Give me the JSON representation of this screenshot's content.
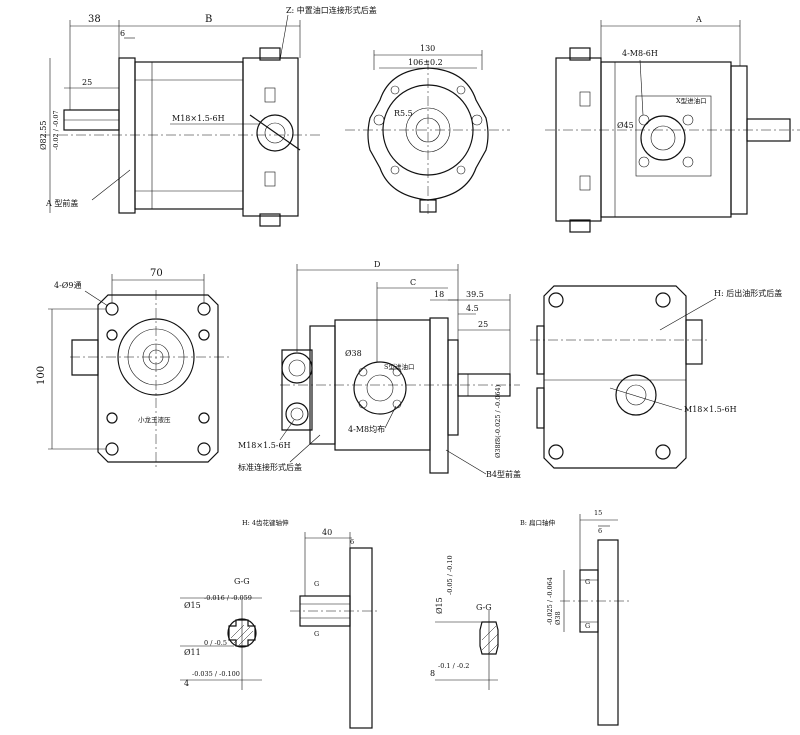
{
  "top": {
    "dim_38": "38",
    "dim_b": "B",
    "dim_6": "6",
    "dim_25": "25",
    "dim_shaft_dia": "Ø82.55",
    "dim_shaft_tol": "-0.02 / -0.07",
    "port_thread": "M18×1.5-6H",
    "note_z": "Z: 中置油口连接形式后盖",
    "note_a_cover": "A 型前盖",
    "dim_130": "130",
    "dim_106": "106±0.2",
    "dim_r55": "R5.5",
    "dim_a": "A",
    "note_4m8": "4-M8-6H",
    "dim_45": "Ø45",
    "note_x_port": "X型进油口"
  },
  "middle": {
    "note_4holes": "4-Ø9通",
    "dim_70": "70",
    "dim_100": "100",
    "note_rotation": "小龙王液压",
    "dim_d": "D",
    "dim_c": "C",
    "dim_18": "18",
    "dim_395": "39.5",
    "dim_45": "4.5",
    "dim_25": "25",
    "dim_38": "Ø38",
    "note_s_port": "S型进油口",
    "note_m8_holes": "4-M8均布",
    "port_thread": "M18×1.5-6H",
    "note_std_cover": "标准连接形式后盖",
    "dim_shaft_dia": "Ø38f8(-0.025 / -0.064)",
    "note_b4_cover": "B4型前盖",
    "note_h_cover": "H: 后出油形式后盖",
    "port_thread_right": "M18×1.5-6H"
  },
  "bottom": {
    "title_h": "H: 4齿花键轴伸",
    "dim_40": "40",
    "dim_6": "6",
    "section_gg_left": "G-G",
    "dim_15": "Ø15",
    "dim_15_tol": "-0.016 / -0.059",
    "dim_11": "Ø11",
    "dim_11_tol": "0 / -0.5",
    "dim_4": "4",
    "dim_4_tol": "-0.035 / -0.100",
    "g_mark": "G",
    "title_b": "B: 扁口轴伸",
    "dim_15b": "15",
    "dim_6b": "6",
    "dim_15c": "Ø15",
    "dim_15c_tol": "-0.05 / -0.10",
    "section_gg_right": "G-G",
    "dim_8": "8",
    "dim_8_tol": "-0.1 / -0.2",
    "dim_38b": "Ø38",
    "dim_38b_tol": "-0.025 / -0.064"
  }
}
